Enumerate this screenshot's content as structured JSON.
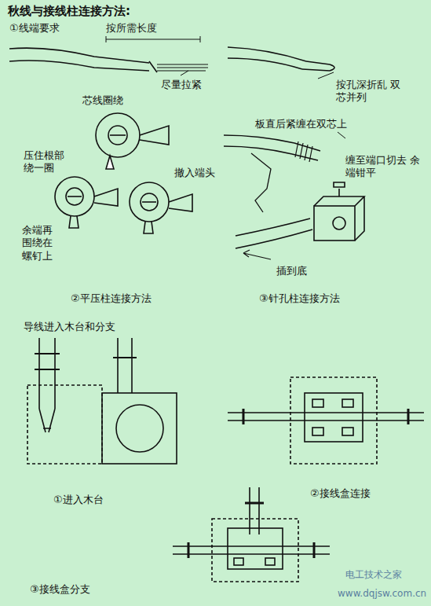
{
  "diagram": {
    "title": "秋线与接线柱连接方法:",
    "labels": [
      "①线端要求",
      "按所需长度",
      "尽量拉紧",
      "芯线圈绕",
      "压住根部 绕一圈",
      "撤入端头",
      "余端再 围绕在 螺钉上",
      "②平压柱连接方法",
      "按孔深折乱 双芯并列",
      "板直后紧缠在双芯上",
      "缠至端口切去 余端钳平",
      "插到底",
      "③针孔柱连接方法",
      "导线进入木台和分支",
      "①进入木台",
      "②接线盒连接",
      "③接线盒分支",
      "电工技术之家",
      "www.dqjsw.com.cn"
    ]
  }
}
